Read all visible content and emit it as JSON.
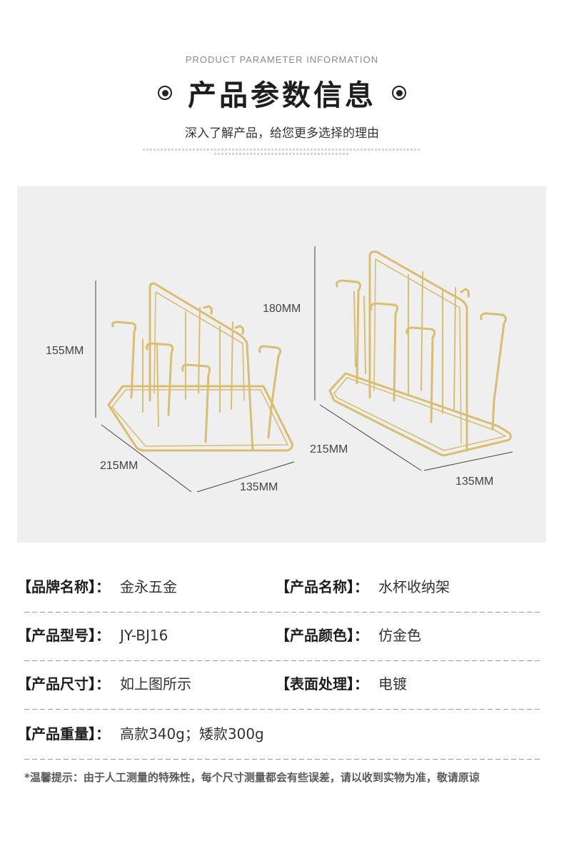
{
  "header": {
    "subtitle_en": "PRODUCT PARAMETER INFORMATION",
    "title": "产品参数信息",
    "subtitle_cn": "深入了解产品，给您更多选择的理由"
  },
  "dimensions": {
    "short_height": "155MM",
    "short_length": "215MM",
    "short_width": "135MM",
    "tall_height": "180MM",
    "tall_length": "215MM",
    "tall_width": "135MM"
  },
  "specs": [
    {
      "left": {
        "label": "【品牌名称】：",
        "value": "金永五金"
      },
      "right": {
        "label": "【产品名称】：",
        "value": "水杯收纳架"
      }
    },
    {
      "left": {
        "label": "【产品型号】：",
        "value": "JY-BJ16"
      },
      "right": {
        "label": "【产品颜色】：",
        "value": "仿金色"
      }
    },
    {
      "left": {
        "label": "【产品尺寸】：",
        "value": "如上图所示"
      },
      "right": {
        "label": "【表面处理】：",
        "value": "电镀"
      }
    },
    {
      "left": {
        "label": "【产品重量】：",
        "value": "高款340g；矮款300g"
      }
    }
  ],
  "notice": "*温馨提示：由于人工测量的特殊性，每个尺寸测量都会有些误差，请以收到实物为准，敬请原谅",
  "colors": {
    "gold": "#d9bd72",
    "photo_bg": "#efefef",
    "text_dark": "#1e1e1e"
  }
}
